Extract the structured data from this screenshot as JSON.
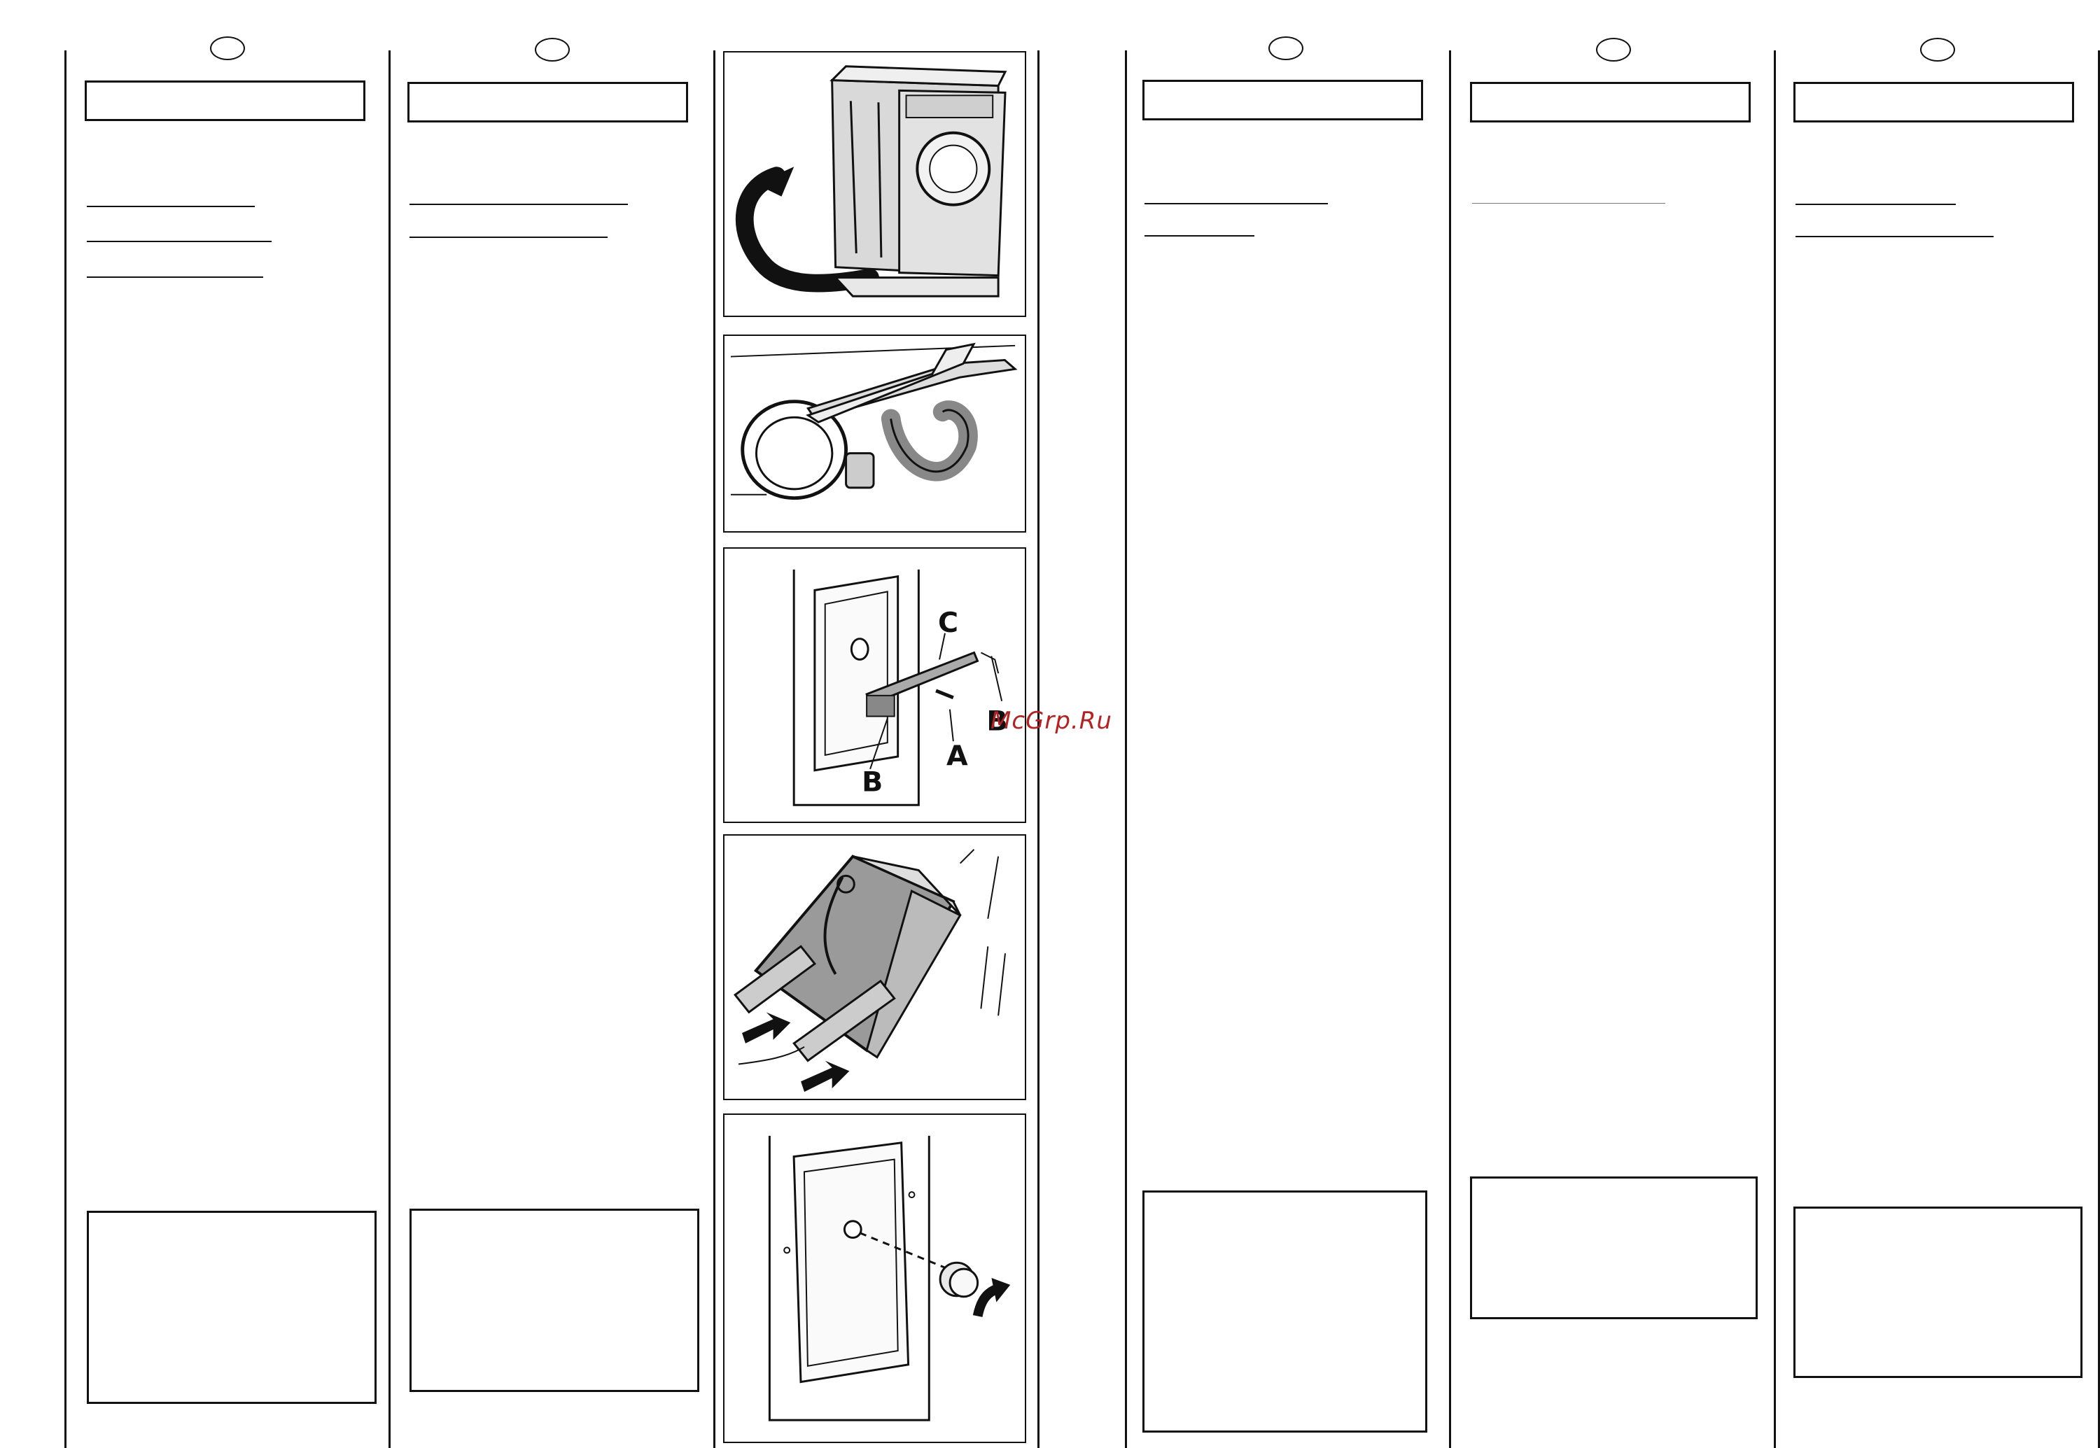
{
  "figure_labels": {
    "a": "A",
    "b": "B",
    "c": "C"
  },
  "watermark": "McGrp.Ru",
  "colors": {
    "ink": "#111111",
    "watermark": "#b22222",
    "panel_shade": "#d0d0d0"
  },
  "icons": [
    "washing-machine",
    "pliers-hose",
    "transit-bracket",
    "tilted-machine",
    "plug-cap"
  ]
}
